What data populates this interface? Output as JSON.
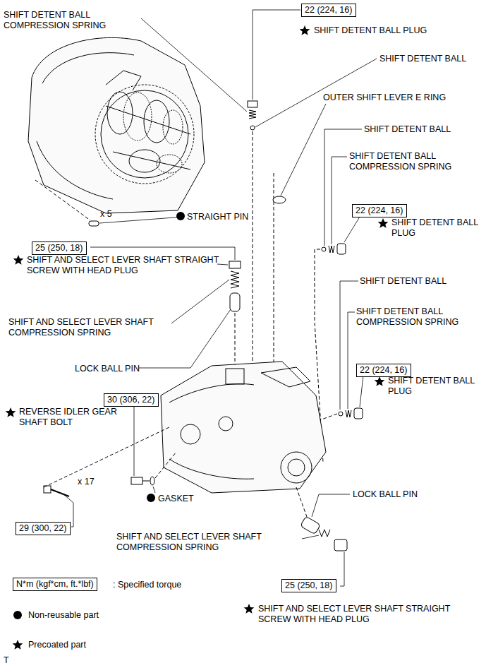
{
  "diagram": {
    "nodes": [
      {
        "text": [
          "22 (224, 16)"
        ]
      },
      {
        "text": [
          "22 (224, 16)"
        ]
      },
      {
        "text": [
          "25 (250, 18)"
        ]
      },
      {
        "text": [
          "22 (224, 16)"
        ]
      },
      {
        "text": [
          "30 (306, 22)"
        ]
      },
      {
        "text": [
          "29 (300, 22)"
        ]
      },
      {
        "text": [
          "N*m (kgf*cm, ft.*lbf)"
        ]
      },
      {
        "text": [
          "25 (250, 18)"
        ]
      }
    ],
    "edges": [],
    "labels": [
      "SHIFT DETENT BALL COMPRESSION SPRING",
      "SHIFT DETENT BALL PLUG",
      "SHIFT DETENT BALL",
      "OUTER SHIFT LEVER E RING",
      "SHIFT DETENT BALL",
      "SHIFT DETENT BALL COMPRESSION SPRING",
      "SHIFT DETENT BALL PLUG",
      "STRAIGHT PIN",
      "x 5",
      "SHIFT AND SELECT LEVER SHAFT STRAIGHT SCREW WITH HEAD PLUG",
      "SHIFT AND SELECT LEVER SHAFT COMPRESSION SPRING",
      "LOCK BALL PIN",
      "SHIFT DETENT BALL",
      "SHIFT DETENT BALL COMPRESSION SPRING",
      "SHIFT DETENT BALL PLUG",
      "REVERSE IDLER GEAR SHAFT BOLT",
      "x 17",
      "GASKET",
      "LOCK BALL PIN",
      "SHIFT AND SELECT LEVER SHAFT COMPRESSION SPRING",
      "SHIFT AND SELECT LEVER SHAFT STRAIGHT SCREW WITH HEAD PLUG",
      "T"
    ],
    "legend": [
      {
        "text": ": Specified torque"
      },
      {
        "text": "Non-reusable part"
      },
      {
        "text": "Precoated part"
      }
    ]
  }
}
